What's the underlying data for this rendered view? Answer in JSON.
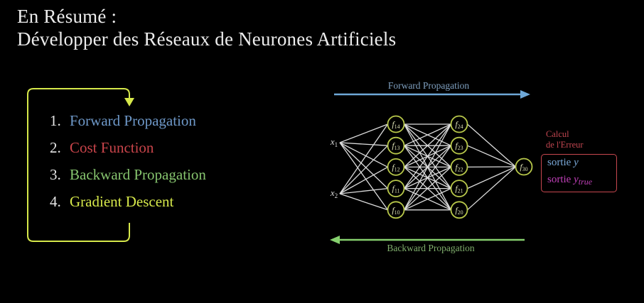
{
  "header": {
    "title_line1": "En Résumé :",
    "title_line2": "Développer des Réseaux de Neurones Artificiels"
  },
  "steps": [
    {
      "num": "1.",
      "label": "Forward Propagation",
      "color": "#6e98c8"
    },
    {
      "num": "2.",
      "label": "Cost Function",
      "color": "#c8444a"
    },
    {
      "num": "3.",
      "label": "Backward Propagation",
      "color": "#86c46e"
    },
    {
      "num": "4.",
      "label": "Gradient Descent",
      "color": "#d6e84a"
    }
  ],
  "loop_color": "#d6e84a",
  "network": {
    "forward_label": "Forward Propagation",
    "forward_color": "#6ea8d8",
    "backward_label": "Backward Propagation",
    "backward_color": "#86d06e",
    "node_color": "#b8c84a",
    "inputs": [
      {
        "name": "x",
        "sub": "1"
      },
      {
        "name": "x",
        "sub": "2"
      }
    ],
    "layer1": [
      {
        "name": "f",
        "sub": "14"
      },
      {
        "name": "f",
        "sub": "13"
      },
      {
        "name": "f",
        "sub": "12"
      },
      {
        "name": "f",
        "sub": "11"
      },
      {
        "name": "f",
        "sub": "10"
      }
    ],
    "layer2": [
      {
        "name": "f",
        "sub": "24"
      },
      {
        "name": "f",
        "sub": "23"
      },
      {
        "name": "f",
        "sub": "22"
      },
      {
        "name": "f",
        "sub": "21"
      },
      {
        "name": "f",
        "sub": "20"
      }
    ],
    "output": [
      {
        "name": "f",
        "sub": "30"
      }
    ]
  },
  "error": {
    "title_line1": "Calcul",
    "title_line2": "de l'Erreur",
    "line1_text": "sortie",
    "line1_var": "y",
    "line1_color": "#7aa8d8",
    "line2_text": "sortie",
    "line2_var": "y",
    "line2_sub": "true",
    "line2_color": "#c040b8",
    "box_color": "#c8484f"
  }
}
